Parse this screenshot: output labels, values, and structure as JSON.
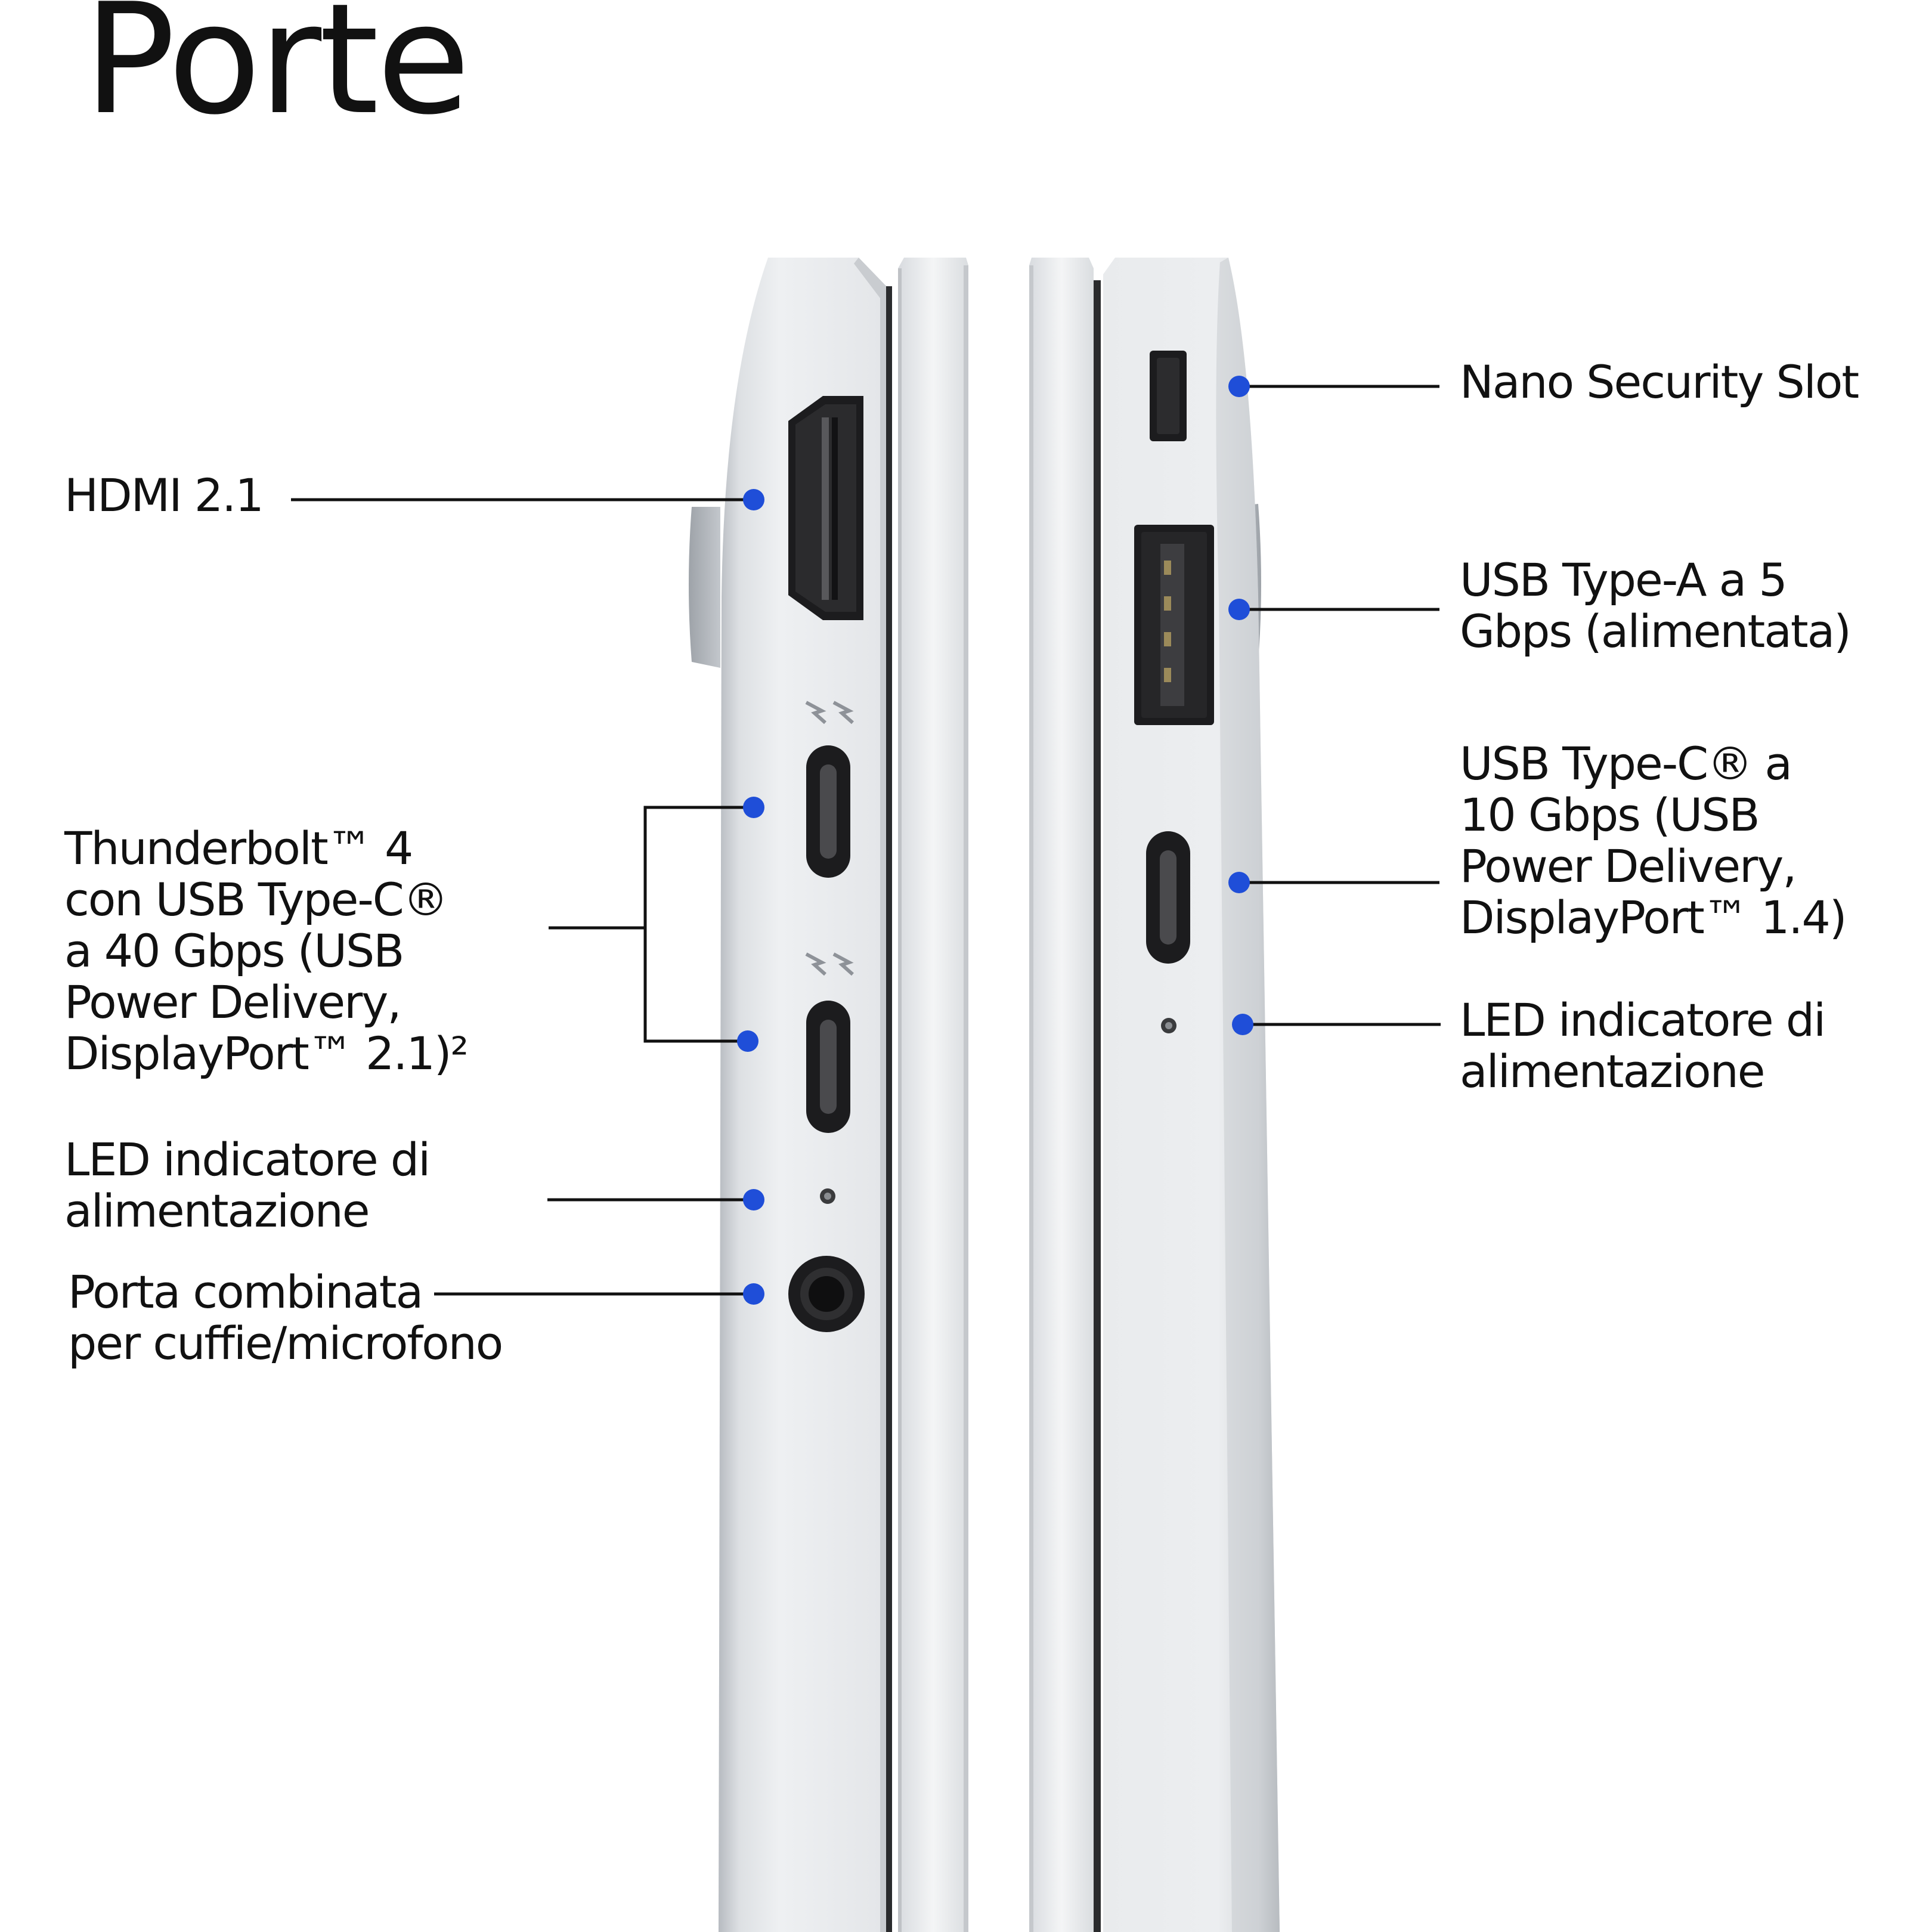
{
  "title": "Porte",
  "colors": {
    "background": "#ffffff",
    "text": "#111111",
    "callout_dot": "#1f4ed8",
    "callout_line": "#111111",
    "chassis_light": "#e6e8eb",
    "chassis_shadow": "#a9adb3",
    "port_dark": "#1c1c1e"
  },
  "left_side": {
    "callouts": [
      {
        "id": "hdmi",
        "lines": [
          "HDMI 2.1"
        ],
        "icon": "hdmi-port-icon"
      },
      {
        "id": "thunderbolt",
        "lines": [
          "Thunderbolt™ 4",
          "con USB Type-C®",
          "a 40 Gbps (USB",
          "Power Delivery,",
          "DisplayPort™ 2.1)²"
        ],
        "icon": "thunderbolt-port-icon"
      },
      {
        "id": "led-left",
        "lines": [
          "LED indicatore di",
          "alimentazione"
        ],
        "icon": "led-icon"
      },
      {
        "id": "audio",
        "lines": [
          "Porta combinata",
          "per cuffie/microfono"
        ],
        "icon": "audio-jack-icon"
      }
    ]
  },
  "right_side": {
    "callouts": [
      {
        "id": "security",
        "lines": [
          "Nano Security Slot"
        ],
        "icon": "lock-slot-icon"
      },
      {
        "id": "usb-a",
        "lines": [
          "USB Type-A a 5",
          "Gbps (alimentata)"
        ],
        "icon": "usb-a-port-icon"
      },
      {
        "id": "usb-c",
        "lines": [
          "USB Type-C® a",
          "10 Gbps (USB",
          "Power Delivery,",
          "DisplayPort™ 1.4)"
        ],
        "icon": "usb-c-port-icon"
      },
      {
        "id": "led-right",
        "lines": [
          "LED indicatore di",
          "alimentazione"
        ],
        "icon": "led-icon"
      }
    ]
  }
}
